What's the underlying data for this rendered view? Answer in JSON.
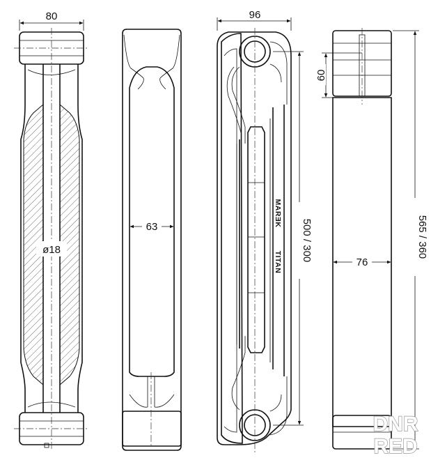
{
  "dimensions": {
    "side_width": "80",
    "front_inner_width": "63",
    "depth": "96",
    "height_center": "500 / 300",
    "height_total": "565 / 360",
    "collector_height": "60",
    "back_width": "76",
    "pipe_diameter": "ø18"
  },
  "brand_label": {
    "maker": "MARƎK",
    "model": "TITAN"
  },
  "watermark": {
    "line1": "DNR",
    "line2": "RED"
  }
}
